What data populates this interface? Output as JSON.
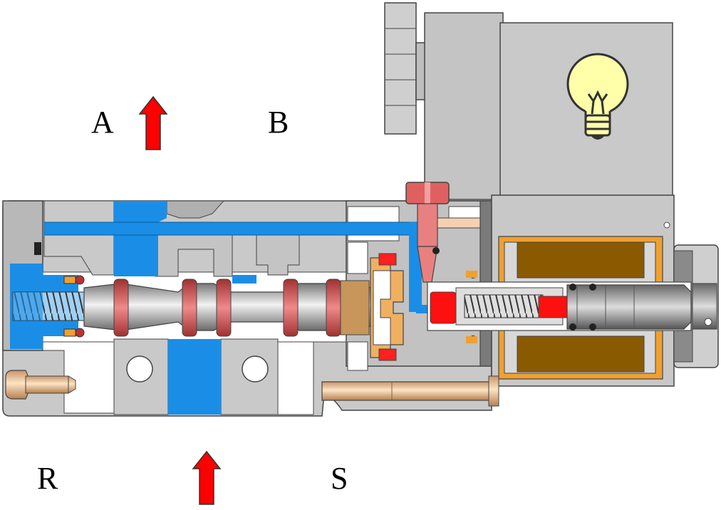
{
  "ports": {
    "a": "A",
    "b": "B",
    "r": "R",
    "s": "S"
  },
  "colors": {
    "air": "#1a8ee6",
    "body": "#c9c9c9",
    "body_dark": "#9a9a9a",
    "arrow": "#ff0000",
    "coil": "#8a5a00",
    "coil_housing": "#f0a030",
    "seal_red": "#ff0000",
    "screw_red": "#e06060",
    "pin_orange": "#f5cc9a",
    "lamp": "#ffffaa"
  },
  "icons": {
    "flow_arrow_a": "arrow-up-icon",
    "flow_arrow_s": "arrow-up-icon",
    "indicator": "light-bulb-icon"
  }
}
